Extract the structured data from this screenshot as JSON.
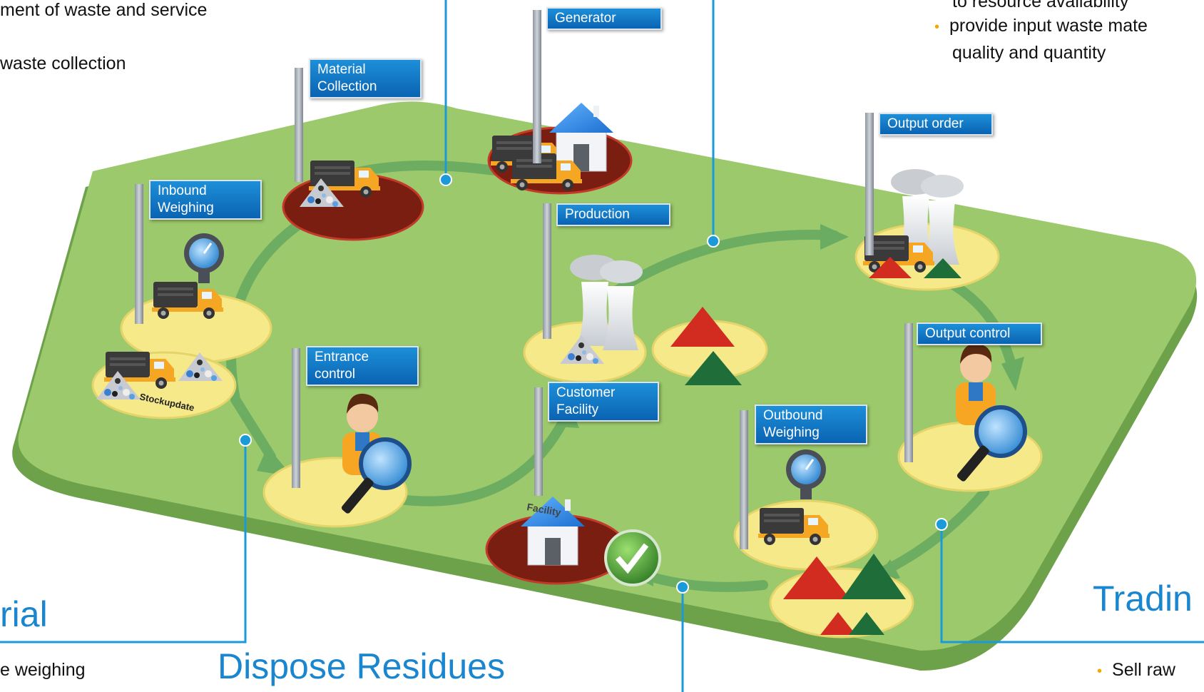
{
  "texts": {
    "top_left_1": "ment of waste and service",
    "top_left_2": "waste collection",
    "top_right_1": "to resource availability",
    "top_right_2": "provide input waste mate",
    "top_right_3": "quality and quantity",
    "bottom_left": "e weighing",
    "bottom_right": "Sell raw"
  },
  "sections": {
    "left": "rial",
    "center": "Dispose Residues",
    "right": "Tradin"
  },
  "stations": [
    {
      "id": "generator",
      "label": "Generator"
    },
    {
      "id": "material-collection",
      "label": "Material\nCollection"
    },
    {
      "id": "inbound-weighing",
      "label": "Inbound\nWeighing"
    },
    {
      "id": "entrance-control",
      "label": "Entrance\ncontrol"
    },
    {
      "id": "production",
      "label": "Production"
    },
    {
      "id": "customer-facility",
      "label": "Customer\nFacility"
    },
    {
      "id": "outbound-weighing",
      "label": "Outbound\nWeighing"
    },
    {
      "id": "output-order",
      "label": "Output order"
    },
    {
      "id": "output-control",
      "label": "Output control"
    }
  ],
  "icons": {
    "stock": "Stockupdate",
    "facility": "Facility"
  },
  "colors": {
    "platform": "#9cc96b",
    "platform_edge": "#6da24a",
    "arrow": "#6aac62",
    "accent": "#1a9ad9",
    "label": "#0a63b3",
    "bullet": "#f2a900"
  }
}
